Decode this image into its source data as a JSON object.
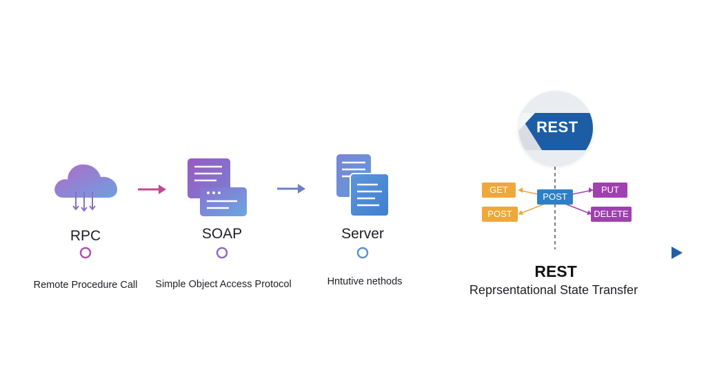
{
  "stages": [
    {
      "id": "rpc",
      "title": "RPC",
      "subtitle": "Remote Procedure Call"
    },
    {
      "id": "soap",
      "title": "SOAP",
      "subtitle": "Simple Object Access Protocol"
    },
    {
      "id": "server",
      "title": "Server",
      "subtitle": "Hntutive nethods"
    }
  ],
  "rest": {
    "badge_text": "REST",
    "title": "REST",
    "subtitle": "Reprsentational State Transfer",
    "center_method": "POST",
    "methods": {
      "left_top": "GET",
      "left_bottom": "POST",
      "right_top": "PUT",
      "right_bottom": "DELETE"
    }
  },
  "colors": {
    "timeline_start": "#b04fb0",
    "timeline_end": "#1f5fa8",
    "get_post": "#f0a73a",
    "put_delete": "#a040b0",
    "center_post": "#2f7fc6",
    "badge_blue": "#1c5da6"
  },
  "icons": [
    "cloud-icon",
    "document-icon",
    "server-documents-icon",
    "rest-badge-icon"
  ]
}
